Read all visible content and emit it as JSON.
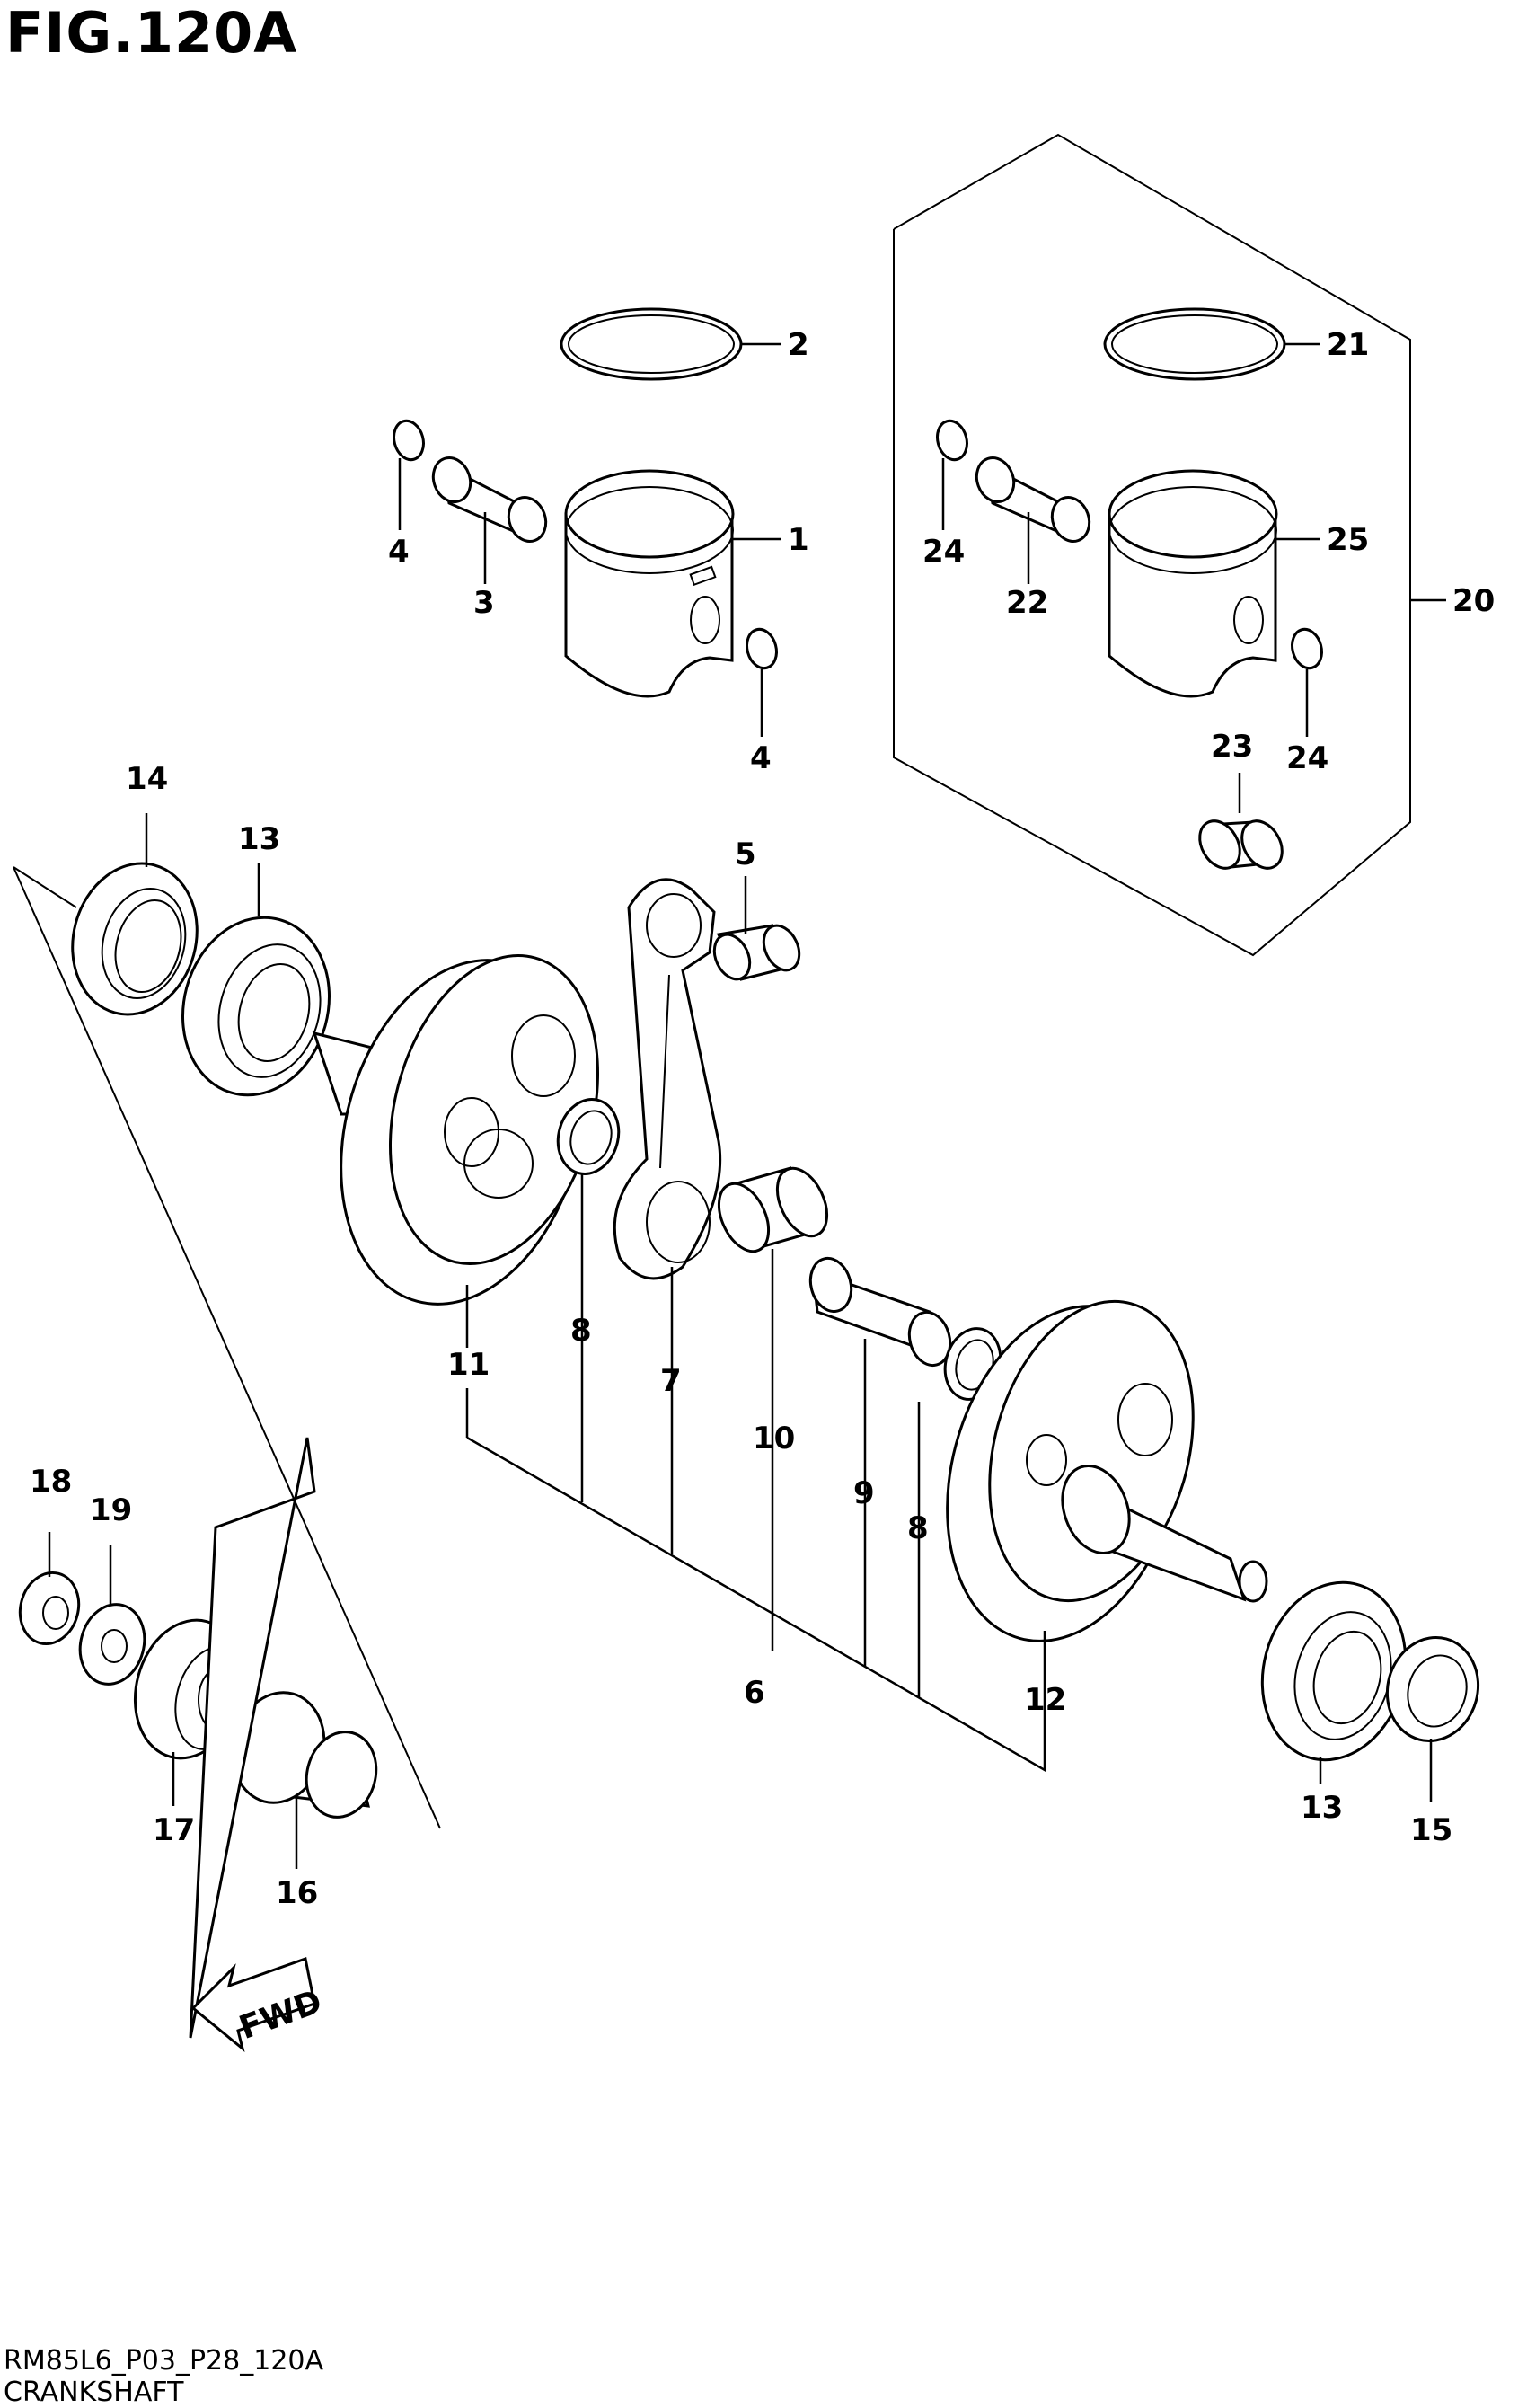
{
  "figure": {
    "title": "FIG.120A",
    "code": "RM85L6_P03_P28_120A",
    "name": "CRANKSHAFT"
  },
  "direction_marker": {
    "label": "FWD",
    "icon": "fwd-arrow-icon"
  },
  "callouts": [
    {
      "id": "c1",
      "label": "1"
    },
    {
      "id": "c2",
      "label": "2"
    },
    {
      "id": "c3",
      "label": "3"
    },
    {
      "id": "c4a",
      "label": "4"
    },
    {
      "id": "c4b",
      "label": "4"
    },
    {
      "id": "c5",
      "label": "5"
    },
    {
      "id": "c6",
      "label": "6"
    },
    {
      "id": "c7",
      "label": "7"
    },
    {
      "id": "c8a",
      "label": "8"
    },
    {
      "id": "c8b",
      "label": "8"
    },
    {
      "id": "c9",
      "label": "9"
    },
    {
      "id": "c10",
      "label": "10"
    },
    {
      "id": "c11",
      "label": "11"
    },
    {
      "id": "c12",
      "label": "12"
    },
    {
      "id": "c13a",
      "label": "13"
    },
    {
      "id": "c13b",
      "label": "13"
    },
    {
      "id": "c14",
      "label": "14"
    },
    {
      "id": "c15",
      "label": "15"
    },
    {
      "id": "c16",
      "label": "16"
    },
    {
      "id": "c17",
      "label": "17"
    },
    {
      "id": "c18",
      "label": "18"
    },
    {
      "id": "c19",
      "label": "19"
    },
    {
      "id": "c20",
      "label": "20"
    },
    {
      "id": "c21",
      "label": "21"
    },
    {
      "id": "c22",
      "label": "22"
    },
    {
      "id": "c23",
      "label": "23"
    },
    {
      "id": "c24a",
      "label": "24"
    },
    {
      "id": "c24b",
      "label": "24"
    },
    {
      "id": "c25",
      "label": "25"
    }
  ]
}
